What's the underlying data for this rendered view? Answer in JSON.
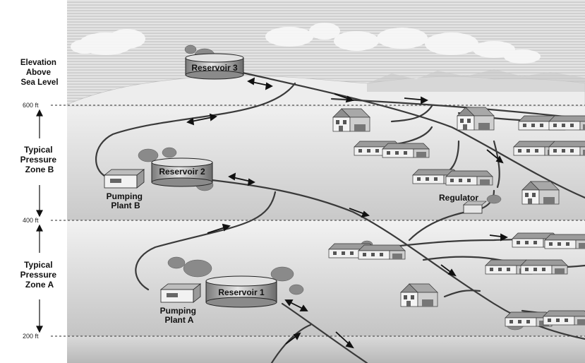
{
  "left_labels": {
    "elevation": [
      "Elevation",
      "Above",
      "Sea Level"
    ],
    "zone_b": [
      "Typical",
      "Pressure",
      "Zone B"
    ],
    "zone_a": [
      "Typical",
      "Pressure",
      "Zone A"
    ]
  },
  "elevations": [
    "600 ft",
    "400 ft",
    "200 ft"
  ],
  "reservoirs": [
    "Reservoir 3",
    "Reservoir 2",
    "Reservoir 1"
  ],
  "pumping_plants": {
    "b": [
      "Pumping",
      "Plant B"
    ],
    "a": [
      "Pumping",
      "Plant A"
    ]
  },
  "regulator": "Regulator"
}
